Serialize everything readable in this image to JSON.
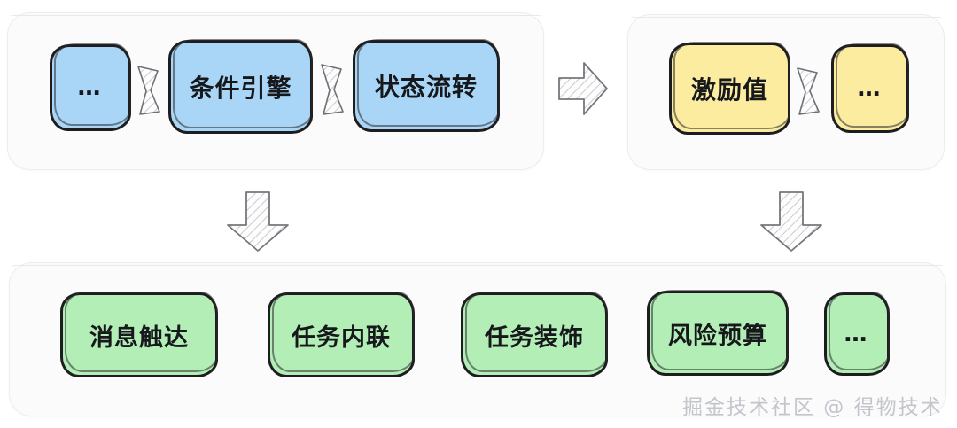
{
  "diagram": {
    "background": "#ffffff",
    "palette": {
      "blue": "#a9d6f6",
      "yellow": "#fbeca0",
      "green": "#b4eeb7",
      "stroke": "#1d1d1f",
      "panel_fill": "#fbfbfc",
      "panel_border": "#ededf0",
      "connector": "#8d8f94",
      "watermark": "#c3c5ca"
    },
    "groups": [
      {
        "id": "flow",
        "name": "rule-engine-group",
        "color": "blue",
        "nodes": [
          {
            "id": "b1",
            "label": "…",
            "ellipsis": true
          },
          {
            "id": "b2",
            "label": "条件引擎",
            "ellipsis": false
          },
          {
            "id": "b3",
            "label": "状态流转",
            "ellipsis": false
          }
        ],
        "connectors": [
          "chevron",
          "chevron"
        ]
      },
      {
        "id": "reward",
        "name": "incentive-group",
        "color": "yellow",
        "nodes": [
          {
            "id": "y1",
            "label": "激励值",
            "ellipsis": false
          },
          {
            "id": "y2",
            "label": "…",
            "ellipsis": true
          }
        ],
        "connectors": [
          "chevron"
        ]
      },
      {
        "id": "apps",
        "name": "application-group",
        "color": "green",
        "nodes": [
          {
            "id": "g1",
            "label": "消息触达",
            "ellipsis": false
          },
          {
            "id": "g2",
            "label": "任务内联",
            "ellipsis": false
          },
          {
            "id": "g3",
            "label": "任务装饰",
            "ellipsis": false
          },
          {
            "id": "g4",
            "label": "风险预算",
            "ellipsis": false
          },
          {
            "id": "g5",
            "label": "…",
            "ellipsis": true
          }
        ],
        "connectors": []
      }
    ],
    "arrows": [
      {
        "id": "big-right",
        "direction": "right",
        "name": "arrow-flow-to-reward"
      },
      {
        "id": "down-left",
        "direction": "down",
        "name": "arrow-flow-to-apps"
      },
      {
        "id": "down-right",
        "direction": "down",
        "name": "arrow-reward-to-apps"
      }
    ],
    "watermark": "掘金技术社区 @ 得物技术"
  }
}
